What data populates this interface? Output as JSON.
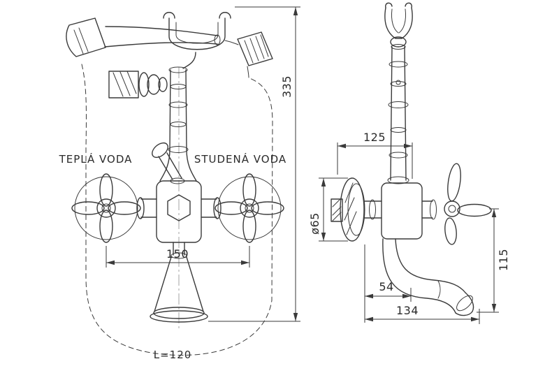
{
  "front_view": {
    "label_hot": "TEPLÁ VODA",
    "label_cold": "STUDENÁ VODA",
    "dim_handle_spacing": "150",
    "dim_total_height": "335",
    "hose_length": "L=120"
  },
  "side_view": {
    "dim_depth_top": "125",
    "dim_flange_diameter": "ø65",
    "dim_wall_offset": "54",
    "dim_spout_reach": "134",
    "dim_spout_drop": "115"
  },
  "colors": {
    "line": "#3a3a3a",
    "text": "#2b2b2b",
    "background": "#ffffff"
  }
}
